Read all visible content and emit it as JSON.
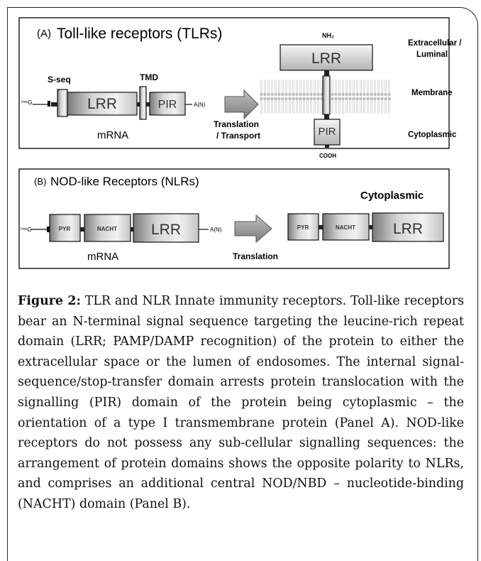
{
  "panel_a": {
    "label": "(A)",
    "title": "Toll-like receptors (TLRs)",
    "mrna_cap": "⁷ᵐᵉG",
    "sseq": "S-seq",
    "tmd": "TMD",
    "lrr": "LRR",
    "pir": "PIR",
    "polya": "A(N)",
    "mrna": "mRNA",
    "arrow_label_1": "Translation",
    "arrow_label_2": "/ Transport",
    "nh2": "NH₂",
    "protein_lrr": "LRR",
    "protein_pir": "PIR",
    "cooh": "COOH",
    "loc_extra_1": "Extracellular /",
    "loc_extra_2": "Luminal",
    "loc_membrane": "Membrane",
    "loc_cyto": "Cytoplasmic"
  },
  "panel_b": {
    "label": "(B)",
    "title": "NOD-like Receptors (NLRs)",
    "loc_cyto": "Cytoplasmic",
    "mrna_cap": "⁷ᵐᵉG",
    "pyr": "PYR",
    "nacht": "NACHT",
    "lrr": "LRR",
    "polya": "A(N)",
    "mrna": "mRNA",
    "arrow_label": "Translation",
    "protein_pyr": "PYR",
    "protein_nacht": "NACHT",
    "protein_lrr": "LRR"
  },
  "caption": {
    "label": "Figure 2:",
    "text": "TLR and NLR Innate immunity receptors. Toll-like receptors bear an N-terminal signal sequence targeting the leucine-rich repeat domain (LRR; PAMP/DAMP recognition) of the protein to either the extracellular space or the lumen of endosomes. The internal signal-sequence/stop-transfer domain arrests protein translocation with the signalling (PIR) domain of the protein being cytoplasmic – the orientation of a type I transmembrane protein (Panel A). NOD-like receptors do not possess any sub-cellular signalling sequences: the arrangement of protein domains shows the opposite polarity to NLRs, and comprises an additional central NOD/NBD – nucleotide-binding (NACHT) domain (Panel B)."
  }
}
